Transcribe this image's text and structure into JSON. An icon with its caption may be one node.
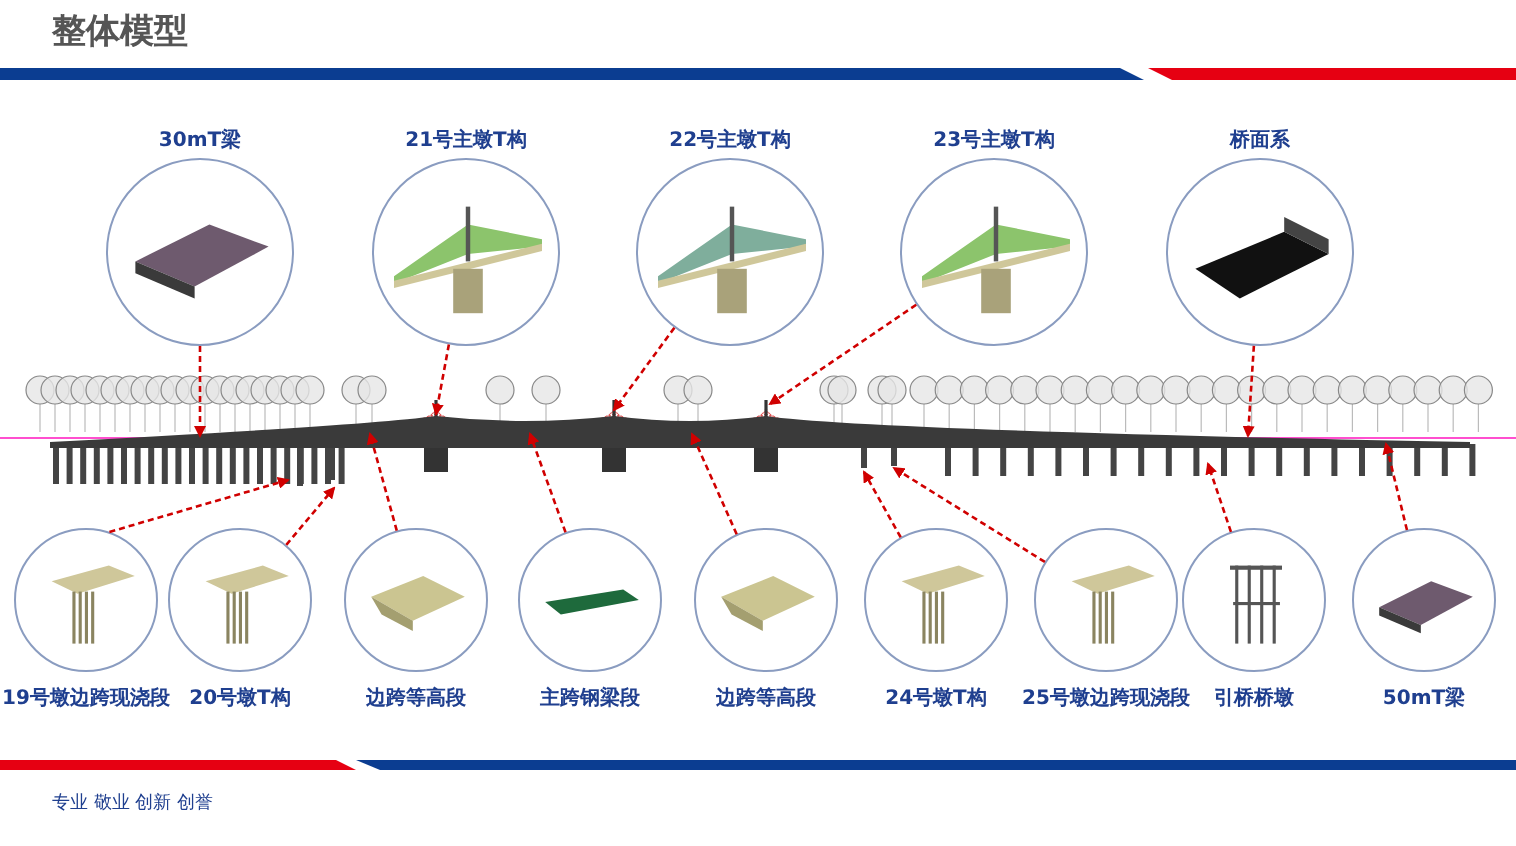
{
  "diagram": {
    "title": "整体模型",
    "nodes": [
      {
        "text": [
          "30mT梁"
        ]
      },
      {
        "text": [
          "21号主墩T构"
        ]
      },
      {
        "text": [
          "22号主墩T构"
        ]
      },
      {
        "text": [
          "23号主墩T构"
        ]
      },
      {
        "text": [
          "桥面系"
        ]
      },
      {
        "text": [
          "19号墩边跨现浇段"
        ]
      },
      {
        "text": [
          "20号墩T构"
        ]
      },
      {
        "text": [
          "边跨等高段"
        ]
      },
      {
        "text": [
          "主跨钢梁段"
        ]
      },
      {
        "text": [
          "边跨等高段"
        ]
      },
      {
        "text": [
          "24号墩T构"
        ]
      },
      {
        "text": [
          "25号墩边跨现浇段"
        ]
      },
      {
        "text": [
          "引桥桥墩"
        ]
      },
      {
        "text": [
          "50mT梁"
        ]
      },
      {
        "text": [],
        "shape": "picture"
      }
    ],
    "edges": [
      {
        "from": 0,
        "to": 14,
        "arrow": "to",
        "style": "dashed"
      },
      {
        "from": 1,
        "to": 14,
        "arrow": "to",
        "style": "dashed"
      },
      {
        "from": 2,
        "to": 14,
        "arrow": "to",
        "style": "dashed"
      },
      {
        "from": 3,
        "to": 14,
        "arrow": "to",
        "style": "dashed"
      },
      {
        "from": 4,
        "to": 14,
        "arrow": "to",
        "style": "dashed"
      },
      {
        "from": 5,
        "to": 14,
        "arrow": "to",
        "style": "dashed"
      },
      {
        "from": 6,
        "to": 14,
        "arrow": "to",
        "style": "dashed"
      },
      {
        "from": 7,
        "to": 14,
        "arrow": "to",
        "style": "dashed"
      },
      {
        "from": 8,
        "to": 14,
        "arrow": "to",
        "style": "dashed"
      },
      {
        "from": 9,
        "to": 14,
        "arrow": "to",
        "style": "dashed"
      },
      {
        "from": 10,
        "to": 14,
        "arrow": "to",
        "style": "dashed"
      },
      {
        "from": 11,
        "to": 14,
        "arrow": "to",
        "style": "dashed"
      },
      {
        "from": 12,
        "to": 14,
        "arrow": "to",
        "style": "dashed"
      },
      {
        "from": 13,
        "to": 14,
        "arrow": "to",
        "style": "dashed"
      }
    ],
    "labels": [
      "专业 敬业 创新 创誉"
    ]
  }
}
